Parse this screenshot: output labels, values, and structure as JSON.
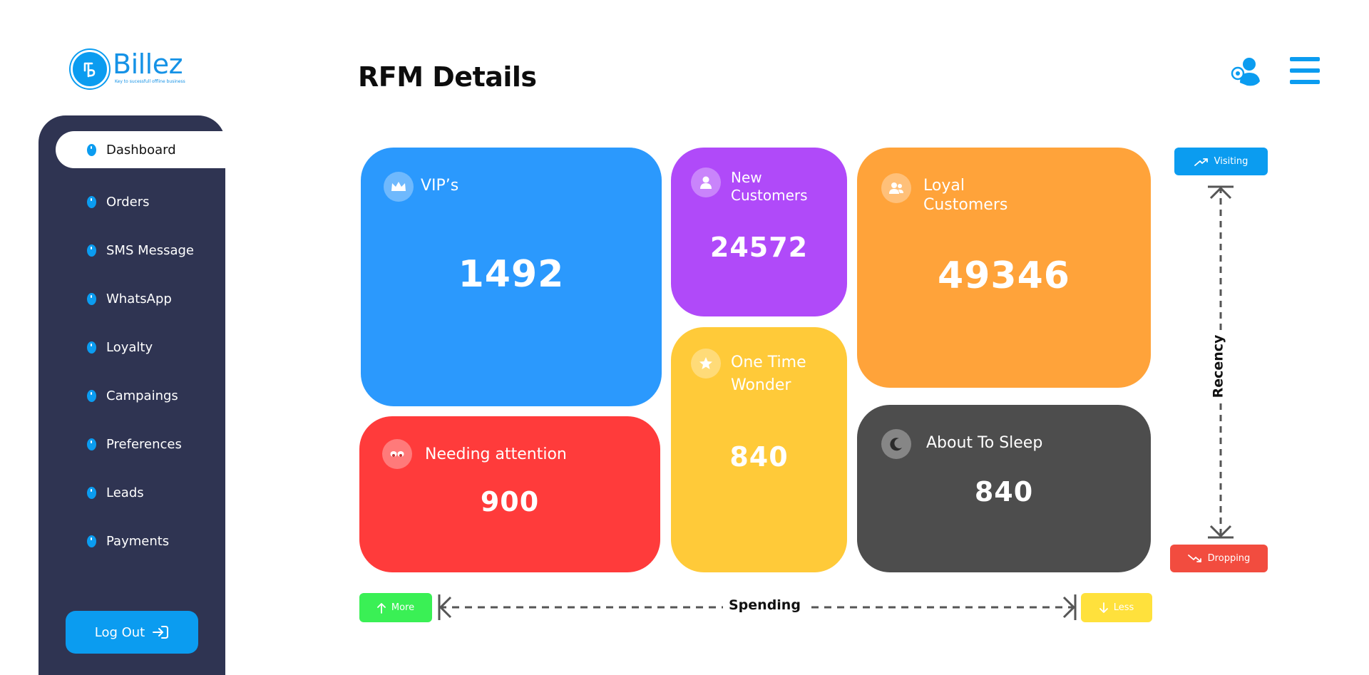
{
  "brand": {
    "name": "Billez",
    "tagline": "Key to sucessfull offline business",
    "logo_icon": "billez-logo-icon",
    "color": "#0b9cf0"
  },
  "page": {
    "title": "RFM Details"
  },
  "header": {
    "profile_icon": "profile-settings-icon",
    "menu_icon": "hamburger-menu-icon"
  },
  "sidebar": {
    "items": [
      {
        "label": "Dashboard",
        "active": true
      },
      {
        "label": "Orders",
        "active": false
      },
      {
        "label": "SMS Message",
        "active": false
      },
      {
        "label": "WhatsApp",
        "active": false
      },
      {
        "label": "Loyalty",
        "active": false
      },
      {
        "label": "Campaings",
        "active": false
      },
      {
        "label": "Preferences",
        "active": false
      },
      {
        "label": "Leads",
        "active": false
      },
      {
        "label": "Payments",
        "active": false
      }
    ],
    "logout_label": "Log Out",
    "background": "#2f3452"
  },
  "segments": {
    "vip": {
      "label": "VIP’s",
      "value": "1492",
      "color": "#2b99fd",
      "icon": "crown-icon"
    },
    "new_customers": {
      "label": "New Customers",
      "value": "24572",
      "color": "#b04af9",
      "icon": "user-icon"
    },
    "loyal_customers": {
      "label": "Loyal Customers",
      "value": "49346",
      "color": "#ffa33a",
      "icon": "users-icon"
    },
    "needing_attention": {
      "label": "Needing attention",
      "value": "900",
      "color": "#ff3b3b",
      "icon": "attention-eyes-icon"
    },
    "one_time_wonder": {
      "label": "One Time Wonder",
      "value": "840",
      "color": "#ffca39",
      "icon": "star-icon"
    },
    "about_to_sleep": {
      "label": "About To Sleep",
      "value": "840",
      "color": "#4d4d4d",
      "icon": "moon-icon"
    }
  },
  "axes": {
    "recency": {
      "label": "Recency",
      "top_button": "Visiting",
      "bottom_button": "Dropping"
    },
    "spending": {
      "label": "Spending",
      "left_button": "More",
      "right_button": "Less"
    }
  }
}
